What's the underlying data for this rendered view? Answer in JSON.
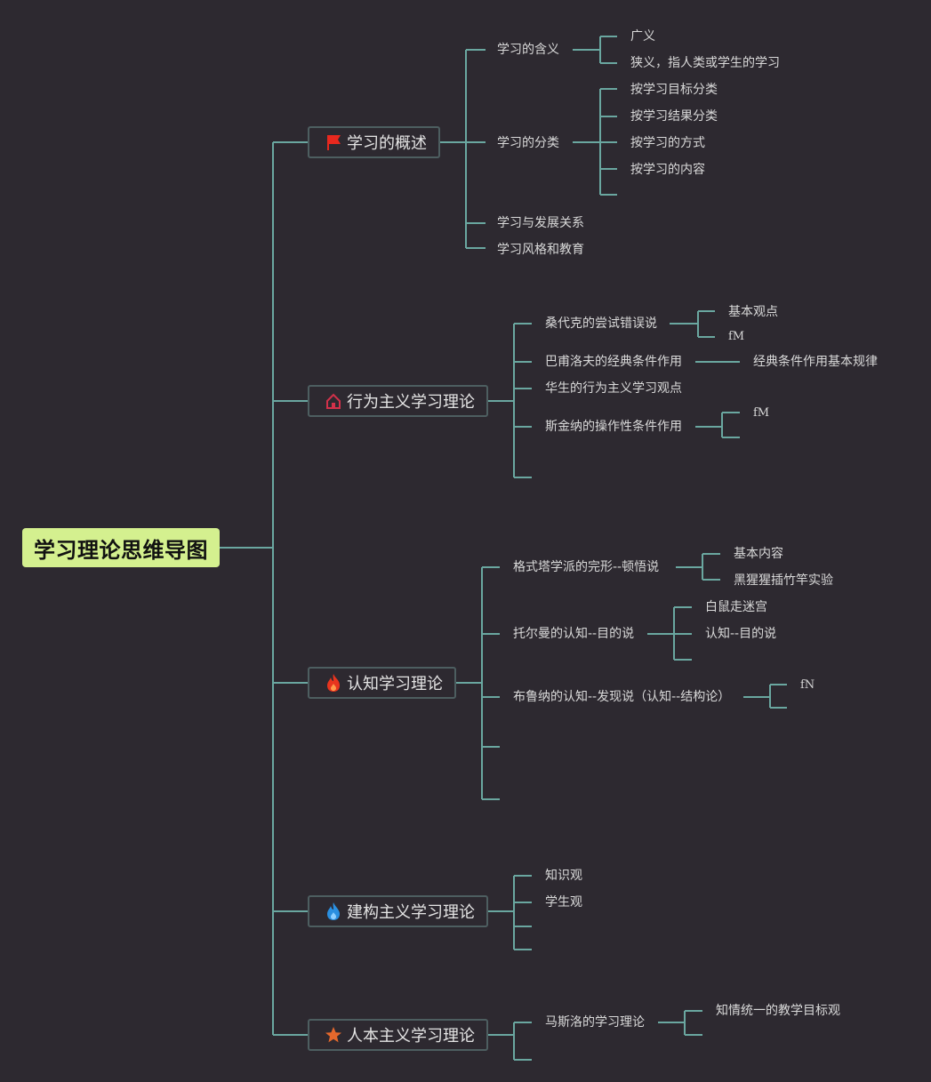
{
  "root": {
    "label": "学习理论思维导图"
  },
  "topics": [
    {
      "label": "学习的概述",
      "icon": "red-flag-icon",
      "icon_color": "#e8281e",
      "children": [
        {
          "label": "学习的含义",
          "children": [
            "广义",
            "狭义，指人类或学生的学习"
          ]
        },
        {
          "label": "学习的分类",
          "children": [
            "按学习目标分类",
            "按学习结果分类",
            "按学习的方式",
            "按学习的内容",
            ""
          ]
        },
        {
          "label": "学习与发展关系",
          "children": []
        },
        {
          "label": "学习风格和教育",
          "children": []
        }
      ]
    },
    {
      "label": "行为主义学习理论",
      "icon": "house-icon",
      "icon_color": "#d2314a",
      "children": [
        {
          "label": "桑代克的尝试错误说",
          "children": [
            "基本观点",
            "fM"
          ]
        },
        {
          "label": "巴甫洛夫的经典条件作用",
          "children": [
            "经典条件作用基本规律"
          ]
        },
        {
          "label": "华生的行为主义学习观点",
          "children": []
        },
        {
          "label": "斯金纳的操作性条件作用",
          "children": [
            "fM",
            ""
          ]
        },
        {
          "label": "",
          "children": []
        }
      ]
    },
    {
      "label": "认知学习理论",
      "icon": "fire-icon",
      "icon_color": "#e8341e",
      "children": [
        {
          "label": "格式塔学派的完形--顿悟说",
          "children": [
            "基本内容",
            "黑猩猩插竹竿实验"
          ]
        },
        {
          "label": "托尔曼的认知--目的说",
          "children": [
            "白鼠走迷宫",
            "认知--目的说",
            ""
          ]
        },
        {
          "label": "布鲁纳的认知--发现说（认知--结构论）",
          "children": [
            "fN",
            ""
          ]
        },
        {
          "label": "",
          "children": []
        },
        {
          "label": "",
          "children": []
        }
      ]
    },
    {
      "label": "建构主义学习理论",
      "icon": "water-drop-icon",
      "icon_color": "#2a8fe0",
      "children": [
        {
          "label": "知识观",
          "children": []
        },
        {
          "label": "学生观",
          "children": []
        },
        {
          "label": "",
          "children": []
        },
        {
          "label": "",
          "children": []
        }
      ]
    },
    {
      "label": "人本主义学习理论",
      "icon": "star-icon",
      "icon_color": "#e5682c",
      "children": [
        {
          "label": "马斯洛的学习理论",
          "children": [
            "知情统一的教学目标观",
            ""
          ]
        },
        {
          "label": "",
          "children": []
        }
      ]
    }
  ]
}
